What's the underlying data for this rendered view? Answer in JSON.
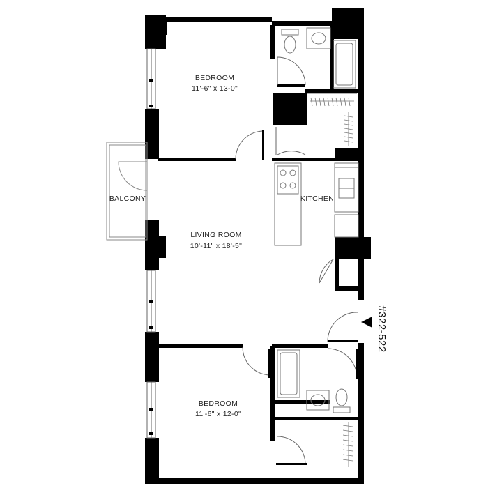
{
  "rooms": {
    "bedroom_top": {
      "name": "BEDROOM",
      "dimensions": "11'-6\" x 13-0\""
    },
    "living_room": {
      "name": "LIVING ROOM",
      "dimensions": "10'-11\" x 18'-5\""
    },
    "kitchen": {
      "name": "KITCHEN"
    },
    "balcony": {
      "name": "BALCONY"
    },
    "bedroom_bottom": {
      "name": "BEDROOM",
      "dimensions": "11'-6\" x 12-0\""
    }
  },
  "unit_number": "#322-522",
  "colors": {
    "wall": "#000000",
    "line": "#555555",
    "background": "#ffffff"
  }
}
